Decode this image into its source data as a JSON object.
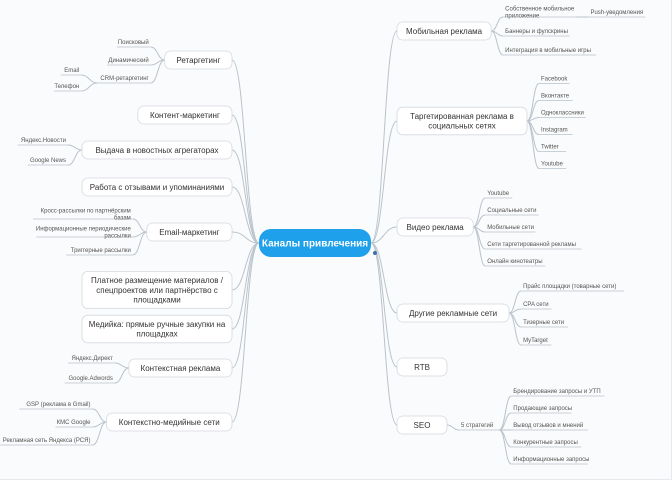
{
  "root": {
    "label": "Каналы привлечения"
  },
  "colors": {
    "root_fill": "#1ea0ea",
    "root_text": "#ffffff",
    "line": "#b9c3cc",
    "box_fill": "#ffffff",
    "box_stroke": "#d3d9df",
    "text": "#333333",
    "small_text": "#555555",
    "dot": "#8fa0ae"
  },
  "left_branches": [
    {
      "label": "Ретаргетинг",
      "children": [
        "Поисковый",
        "Динамический",
        {
          "label": "CRM-ретаргетинг",
          "children": [
            "Email",
            "Телефон"
          ]
        }
      ]
    },
    {
      "label": "Контент-маркетинг",
      "children": []
    },
    {
      "label": "Выдача в новостных агрегаторах",
      "children": [
        "Яндекс.Новости",
        "Google News"
      ]
    },
    {
      "label": "Работа с отзывами и упоминаниями",
      "children": []
    },
    {
      "label": "Email-маркетинг",
      "children": [
        "Кросс-рассылки по партнёрским базам",
        "Информационные периодические рассылки",
        "Триггерные рассылки"
      ]
    },
    {
      "label": "Платное размещение материалов  / спецпроектов или партнёрство с площадками",
      "children": []
    },
    {
      "label": "Медийка: прямые ручные закупки на площадках",
      "children": []
    },
    {
      "label": "Контекстная реклама",
      "children": [
        "Яндекс.Директ",
        "Google.Adwords"
      ]
    },
    {
      "label": "Контекстно-медийные сети",
      "children": [
        "GSP (реклама в Gmail)",
        "КМС Google",
        "Рекламная сеть Яндекса (РСЯ)"
      ]
    }
  ],
  "right_branches": [
    {
      "label": "Мобильная реклама",
      "children": [
        {
          "label": "Собственное мобильное приложение",
          "children": [
            "Push-уведомления"
          ]
        },
        "Баннеры и фулскрины",
        "Интеграция в мобильные игры"
      ]
    },
    {
      "label": "Таргетированная реклама в социальных сетях",
      "children": [
        "Facebook",
        "Вконтакте",
        "Одноклассники",
        "Instagram",
        "Twitter",
        "Youtube"
      ]
    },
    {
      "label": "Видео реклама",
      "children": [
        "Youtube",
        "Социальные сети",
        "Мобильные сети",
        "Сети таргетированной рекламы",
        "Онлайн кинотеатры"
      ]
    },
    {
      "label": "Другие рекламные сети",
      "children": [
        "Прайс площадки (товарные сети)",
        "CPA сети",
        "Тизерные сети",
        "MyTarget"
      ]
    },
    {
      "label": "RTB",
      "children": []
    },
    {
      "label": "SEO",
      "children": [
        {
          "label": "5 стратегий",
          "children": [
            "Брендирование запросы и УТП",
            "Продающие запросы",
            "Вывод отзывов и мнений",
            "Конкурентные запросы",
            "Информационные запросы"
          ]
        }
      ]
    }
  ]
}
